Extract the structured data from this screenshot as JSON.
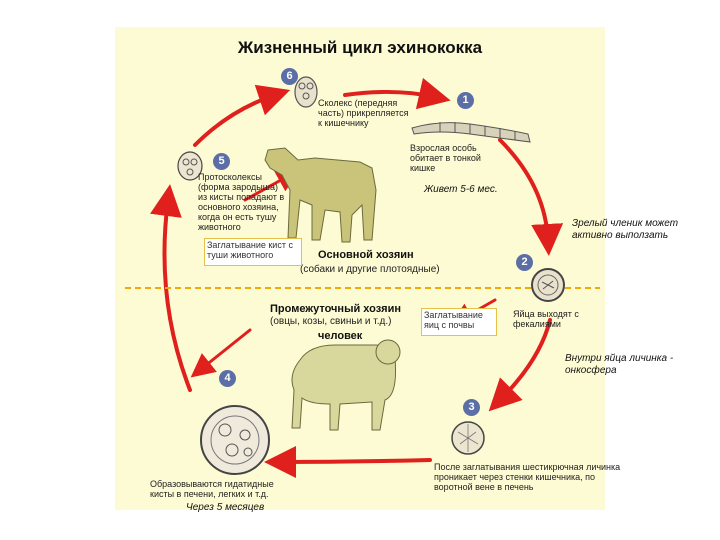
{
  "title": "Жизненный цикл эхинококка",
  "colors": {
    "arrow": "#e0201c",
    "panel": "#fdfbd3",
    "dashed_line": "#f2a90a",
    "badge": "#5b6fa6",
    "box_border": "#e7c04a"
  },
  "steps": [
    {
      "number": "1",
      "text": "Взрослая особь обитает в тонкой кишке"
    },
    {
      "number": "2",
      "text": "Яйца выходят с фекалиями"
    },
    {
      "number": "3",
      "text": "После заглатывания шестикрючная личинка проникает через стенки кишечника, по воротной вене в печень"
    },
    {
      "number": "4",
      "text": "Образовываются гидатидные кисты в печени, легких и т.д."
    },
    {
      "number": "5",
      "text": "Протосколексы (форма зародыша) из кисты попадают в основного хозяина, когда он есть тушу животного"
    },
    {
      "number": "6",
      "text": "Сколекс (передняя часть) прикрепляется к кишечнику"
    }
  ],
  "definitive_host": {
    "label": "Основной хозяин",
    "detail": "(собаки и другие плотоядные)"
  },
  "intermediate_host": {
    "label": "Промежуточный хозяин",
    "detail": "(овцы, козы, свиньи и т.д.)",
    "extra": "человек"
  },
  "boxes": {
    "ingest_cysts": "Заглатывание кист с туши животного",
    "ingest_eggs": "Заглатывание яиц с почвы"
  },
  "annotations": {
    "lives": "Живет 5-6 мес.",
    "segment": "Зрелый членик может активно выползать",
    "oncosphere": "Внутри яйца личинка - онкосфера",
    "months": "Через 5 месяцев"
  },
  "icons": [
    "scolex-icon",
    "adult-worm-icon",
    "egg-icon",
    "larva-icon",
    "hydatid-cyst-icon",
    "protoscolex-icon",
    "dog-icon",
    "sheep-icon"
  ]
}
